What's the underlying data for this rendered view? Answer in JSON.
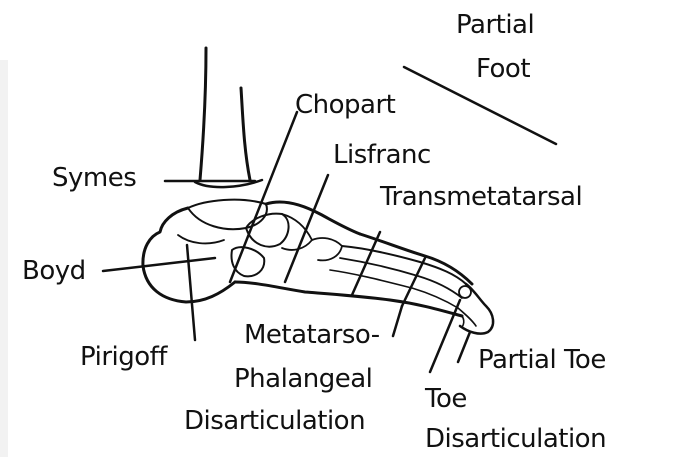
{
  "colors": {
    "ink": "#111111",
    "background": "#ffffff"
  },
  "labels": {
    "partial_foot_line1": "Partial",
    "partial_foot_line2": "Foot",
    "chopart": "Chopart",
    "lisfranc": "Lisfranc",
    "transmetatarsal": "Transmetatarsal",
    "symes": "Symes",
    "boyd": "Boyd",
    "pirigoff": "Pirigoff",
    "mtp_line1": "Metatarso-",
    "mtp_line2": "Phalangeal",
    "mtp_line3": "Disarticulation",
    "toe_disart_line1": "Toe",
    "toe_disart_line2": "Disarticulation",
    "partial_toe": "Partial Toe"
  }
}
